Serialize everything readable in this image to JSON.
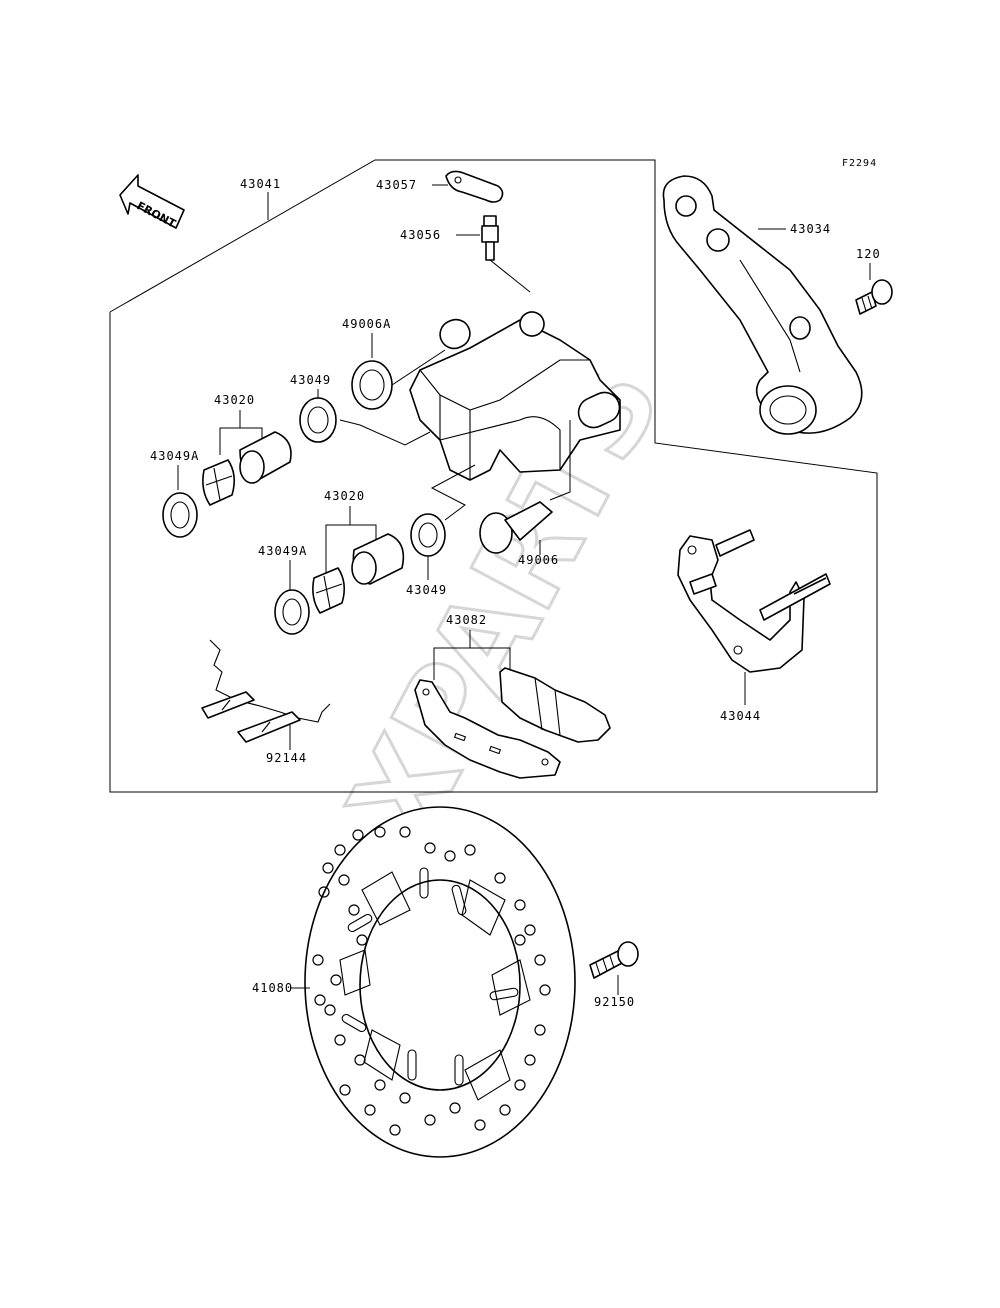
{
  "figure_code": "F2294",
  "watermark": "XPARTS",
  "front_arrow_label": "FRONT",
  "labels": {
    "p43041": "43041",
    "p43057": "43057",
    "p43056": "43056",
    "p49006A": "49006A",
    "p43049_top": "43049",
    "p43020_top": "43020",
    "p43049A_top": "43049A",
    "p43020_mid": "43020",
    "p43049A_mid": "43049A",
    "p43049_mid": "43049",
    "p49006": "49006",
    "p43082": "43082",
    "p92144": "92144",
    "p43034": "43034",
    "p120": "120",
    "p43044": "43044",
    "p41080": "41080",
    "p92150": "92150"
  }
}
